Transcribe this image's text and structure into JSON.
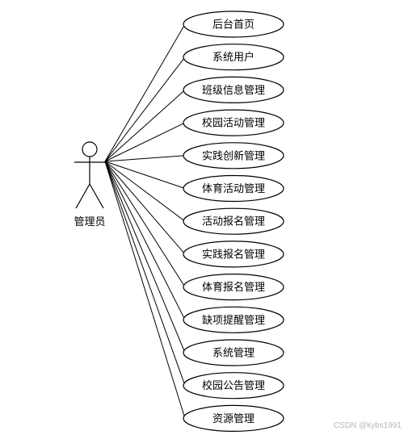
{
  "actor": {
    "label": "管理员",
    "icon": "stick-figure-icon"
  },
  "use_cases": [
    {
      "label": "后台首页"
    },
    {
      "label": "系统用户"
    },
    {
      "label": "班级信息管理"
    },
    {
      "label": "校园活动管理"
    },
    {
      "label": "实践创新管理"
    },
    {
      "label": "体育活动管理"
    },
    {
      "label": "活动报名管理"
    },
    {
      "label": "实践报名管理"
    },
    {
      "label": "体育报名管理"
    },
    {
      "label": "缺项提醒管理"
    },
    {
      "label": "系统管理"
    },
    {
      "label": "校园公告管理"
    },
    {
      "label": "资源管理"
    }
  ],
  "watermark": "CSDN @kybs1991",
  "colors": {
    "stroke": "#000000",
    "background": "#ffffff",
    "watermark": "#b8b8b8"
  }
}
